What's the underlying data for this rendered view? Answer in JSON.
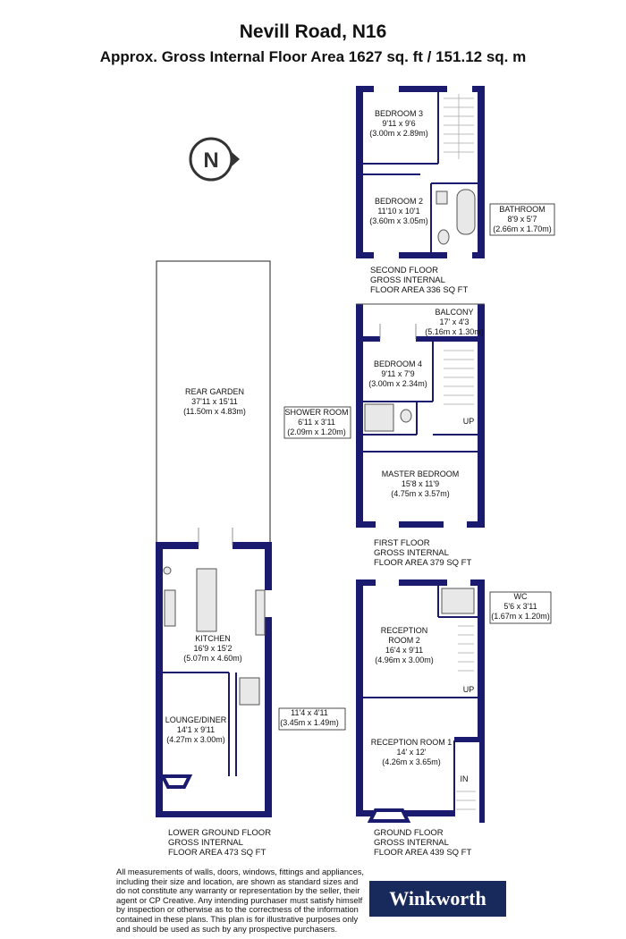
{
  "header": {
    "title": "Nevill Road, N16",
    "subtitle": "Approx. Gross Internal Floor Area 1627 sq. ft / 151.12 sq. m"
  },
  "compass": {
    "letter": "N",
    "icon": "north-compass-icon"
  },
  "rooms": {
    "bedroom3": {
      "name": "BEDROOM 3",
      "imperial": "9'11 x 9'6",
      "metric": "(3.00m x 2.89m)"
    },
    "bedroom2": {
      "name": "BEDROOM 2",
      "imperial": "11'10 x 10'1",
      "metric": "(3.60m x 3.05m)"
    },
    "bathroom": {
      "name": "BATHROOM",
      "imperial": "8'9 x 5'7",
      "metric": "(2.66m x 1.70m)"
    },
    "balcony": {
      "name": "BALCONY",
      "imperial": "17' x 4'3",
      "metric": "(5.16m x 1.30m)"
    },
    "bedroom4": {
      "name": "BEDROOM 4",
      "imperial": "9'11 x 7'9",
      "metric": "(3.00m x 2.34m)"
    },
    "shower": {
      "name": "SHOWER ROOM",
      "imperial": "6'11 x 3'11",
      "metric": "(2.09m x 1.20m)"
    },
    "master": {
      "name": "MASTER BEDROOM",
      "imperial": "15'8 x 11'9",
      "metric": "(4.75m x 3.57m)"
    },
    "garden": {
      "name": "REAR GARDEN",
      "imperial": "37'11 x 15'11",
      "metric": "(11.50m x 4.83m)"
    },
    "kitchen": {
      "name": "KITCHEN",
      "imperial": "16'9 x 15'2",
      "metric": "(5.07m x 4.60m)"
    },
    "lounge": {
      "name": "LOUNGE/DINER",
      "imperial": "14'1 x 9'11",
      "metric": "(4.27m x 3.00m)"
    },
    "utility": {
      "imperial": "11'4 x 4'11",
      "metric": "(3.45m x 1.49m)"
    },
    "wc": {
      "name": "WC",
      "imperial": "5'6 x 3'11",
      "metric": "(1.67m x 1.20m)"
    },
    "reception2": {
      "name1": "RECEPTION",
      "name2": "ROOM 2",
      "imperial": "16'4 x 9'11",
      "metric": "(4.96m x 3.00m)"
    },
    "reception1": {
      "name": "RECEPTION ROOM 1",
      "imperial": "14' x 12'",
      "metric": "(4.26m x 3.65m)"
    }
  },
  "stair_labels": {
    "up": "UP",
    "in": "IN"
  },
  "floors": {
    "second": [
      "SECOND FLOOR",
      "GROSS INTERNAL",
      "FLOOR AREA 336 SQ FT"
    ],
    "first": [
      "FIRST FLOOR",
      "GROSS INTERNAL",
      "FLOOR AREA 379 SQ FT"
    ],
    "lower": [
      "LOWER GROUND FLOOR",
      "GROSS INTERNAL",
      "FLOOR AREA 473 SQ FT"
    ],
    "ground": [
      "GROUND FLOOR",
      "GROSS INTERNAL",
      "FLOOR AREA 439 SQ FT"
    ]
  },
  "disclaimer": "All measurements of walls, doors, windows, fittings and appliances, including their size and location, are shown as standard sizes and do not constitute any warranty or representation by the seller, their agent or CP Creative. Any intending purchaser must satisfy himself by inspection or otherwise as to the correctness of the information contained in these plans. This plan is for illustrative purposes only and should be used as such by any prospective purchasers.",
  "logo": {
    "text": "Winkworth"
  },
  "colors": {
    "wall": "#1a1a6e",
    "logo_bg": "#18295b"
  }
}
